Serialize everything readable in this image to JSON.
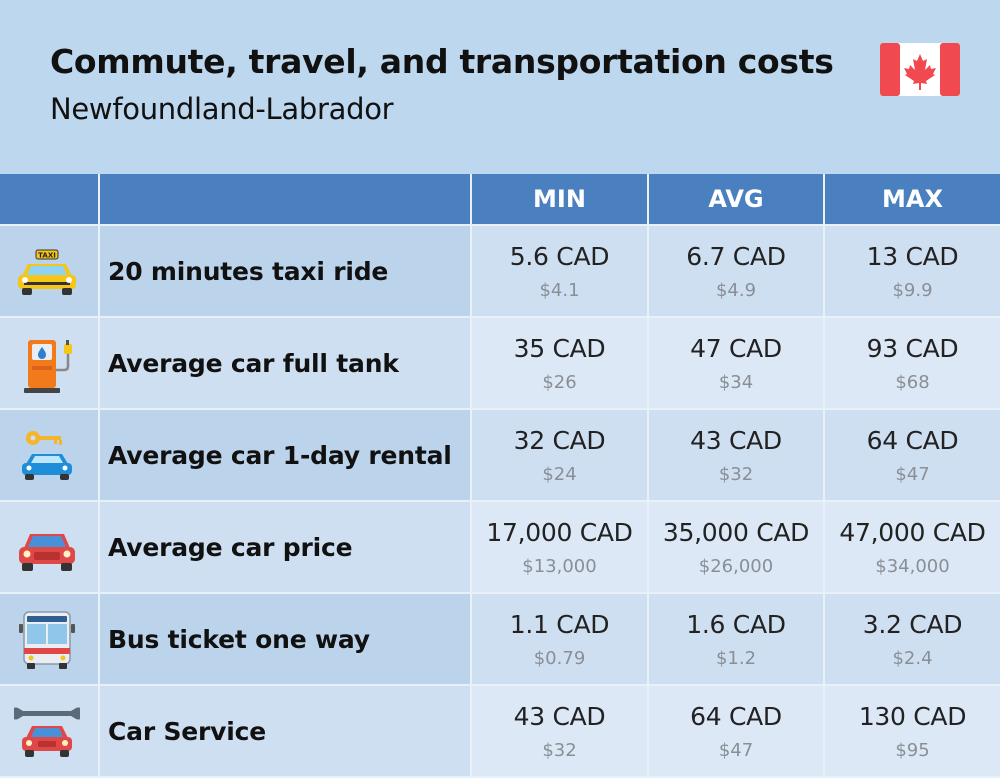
{
  "header": {
    "title": "Commute, travel, and transportation costs",
    "subtitle": "Newfoundland-Labrador",
    "flag_icon": "canada-flag-icon"
  },
  "table": {
    "columns": [
      "",
      "",
      "MIN",
      "AVG",
      "MAX"
    ],
    "rows": [
      {
        "icon": "taxi-icon",
        "label": "20 minutes taxi ride",
        "min": "5.6 CAD",
        "min_usd": "$4.1",
        "avg": "6.7 CAD",
        "avg_usd": "$4.9",
        "max": "13 CAD",
        "max_usd": "$9.9"
      },
      {
        "icon": "fuel-pump-icon",
        "label": "Average car full tank",
        "min": "35 CAD",
        "min_usd": "$26",
        "avg": "47 CAD",
        "avg_usd": "$34",
        "max": "93 CAD",
        "max_usd": "$68"
      },
      {
        "icon": "car-rental-key-icon",
        "label": "Average car 1-day rental",
        "min": "32 CAD",
        "min_usd": "$24",
        "avg": "43 CAD",
        "avg_usd": "$32",
        "max": "64 CAD",
        "max_usd": "$47"
      },
      {
        "icon": "car-icon",
        "label": "Average car price",
        "min": "17,000 CAD",
        "min_usd": "$13,000",
        "avg": "35,000 CAD",
        "avg_usd": "$26,000",
        "max": "47,000 CAD",
        "max_usd": "$34,000"
      },
      {
        "icon": "bus-icon",
        "label": "Bus ticket one way",
        "min": "1.1 CAD",
        "min_usd": "$0.79",
        "avg": "1.6 CAD",
        "avg_usd": "$1.2",
        "max": "3.2 CAD",
        "max_usd": "$2.4"
      },
      {
        "icon": "car-service-wrench-icon",
        "label": "Car Service",
        "min": "43 CAD",
        "min_usd": "$32",
        "avg": "64 CAD",
        "avg_usd": "$47",
        "max": "130 CAD",
        "max_usd": "$95"
      }
    ]
  },
  "colors": {
    "background": "#bdd7ee",
    "header_row": "#4a7fc0",
    "usd_text": "#8a8f96"
  }
}
